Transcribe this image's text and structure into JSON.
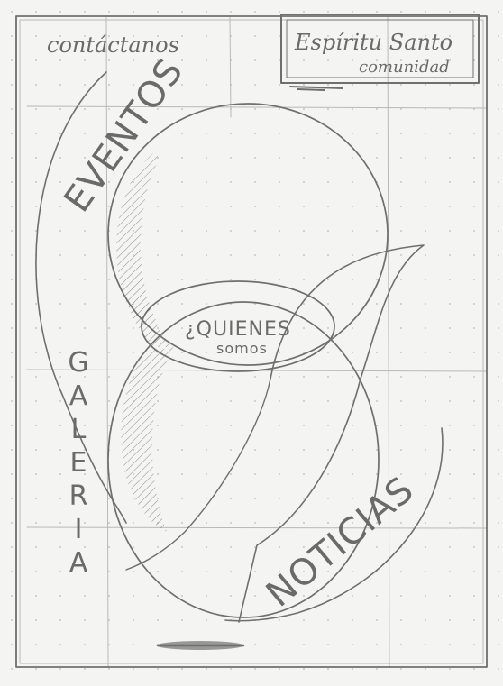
{
  "sketch": {
    "nav": {
      "contact": "contáctanos",
      "events": "EVENTOS",
      "about_line1": "¿QUIENES",
      "about_line2": "somos",
      "gallery": "GALERIA",
      "news": "NOTICIAS"
    },
    "logo": {
      "line1": "Espíritu Santo",
      "line2": "comunidad"
    },
    "colors": {
      "paper": "#f4f4f2",
      "pencil": "#6f6f6f"
    }
  }
}
